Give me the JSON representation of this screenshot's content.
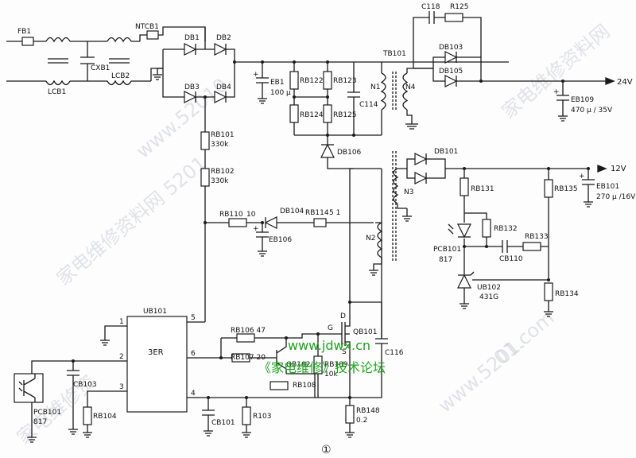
{
  "components": {
    "FB1": "FB1",
    "LCB1": "LCB1",
    "CXB1": "CXB1",
    "LCB2": "LCB2",
    "NTCB1": "NTCB1",
    "DB1": "DB1",
    "DB2": "DB2",
    "DB3": "DB3",
    "DB4": "DB4",
    "EB1": "EB1",
    "EB1v": "100 μ",
    "RB122": "RB122",
    "RB123": "RB123",
    "RB124": "RB124",
    "RB125": "RB125",
    "C114": "C114",
    "DB106": "DB106",
    "TB101": "TB101",
    "N1": "N1",
    "N4": "N4",
    "N2": "N2",
    "N3": "N3",
    "C118": "C118",
    "R125": "R125",
    "DB103": "DB103",
    "DB105": "DB105",
    "EB109": "EB109",
    "EB109v": "470 μ / 35V",
    "OUT24": "24V",
    "DB101": "DB101",
    "RB131": "RB131",
    "RB135": "RB135",
    "EB101": "EB101",
    "EB101v": "270 μ /16V",
    "OUT12": "12V",
    "RB132": "RB132",
    "PCB101a": "PCB101",
    "PCB101a_v": "817",
    "C110": "CB110",
    "RB133": "RB133",
    "UB102": "UB102",
    "UB102v": "431G",
    "RB134": "RB134",
    "RB101": "RB101",
    "RB101v": "330k",
    "RB102": "RB102",
    "RB102v": "330k",
    "RB110": "RB110",
    "RB110v": "10",
    "DB104": "DB104",
    "RB114": "RB114",
    "RB114v": "5  1",
    "EB106": "EB106",
    "UB101": "UB101",
    "IC": "3ER",
    "pin1": "1",
    "pin2": "2",
    "pin3": "3",
    "pin4": "4",
    "pin5": "5",
    "pin6": "6",
    "RB106": "RB106  47",
    "RB107": "RB107  20",
    "QB102": "QB102",
    "RB108": "RB108",
    "RB109": "RB109",
    "RB109v": "10k",
    "QB101": "QB101",
    "G": "G",
    "D": "D",
    "S": "S",
    "C116": "C116",
    "RB148": "RB148",
    "RB148v": "0.2",
    "R103": "R103",
    "CB101": "CB101",
    "CB103": "CB103",
    "RB104": "RB104",
    "PCB101b": "PCB101",
    "PCB101b_v": "817",
    "page": "①"
  },
  "overlay": {
    "site_url": "www.jdwx.cn",
    "site_name": "《家电维修》技术论坛",
    "wm1": "家电维修资料网  5201",
    "wm2": "家电维修资料网",
    "wm3": "www.5201.",
    "wm4": "www.52010",
    "wm5": "家电维修资",
    "wm6": "01.com"
  }
}
